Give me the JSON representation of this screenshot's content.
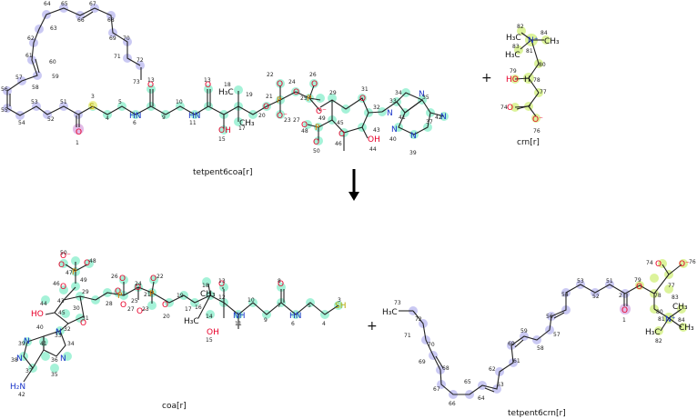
{
  "reaction": {
    "substrates": [
      "tetpent6coa[r]",
      "crn[r]"
    ],
    "products": [
      "coa[r]",
      "tetpent6crn[r]"
    ],
    "plus_sign": "+",
    "colors": {
      "carbon_highlight": "#b9b7f0",
      "coa_highlight": "#8ff0cf",
      "crn_highlight": "#d6f28a",
      "oxygen": "#e8002a",
      "nitrogen": "#1a35c9",
      "phosphorus": "#d97b00",
      "sulfur": "#b8a800",
      "bond": "#222222",
      "arrow": "#000000"
    }
  }
}
